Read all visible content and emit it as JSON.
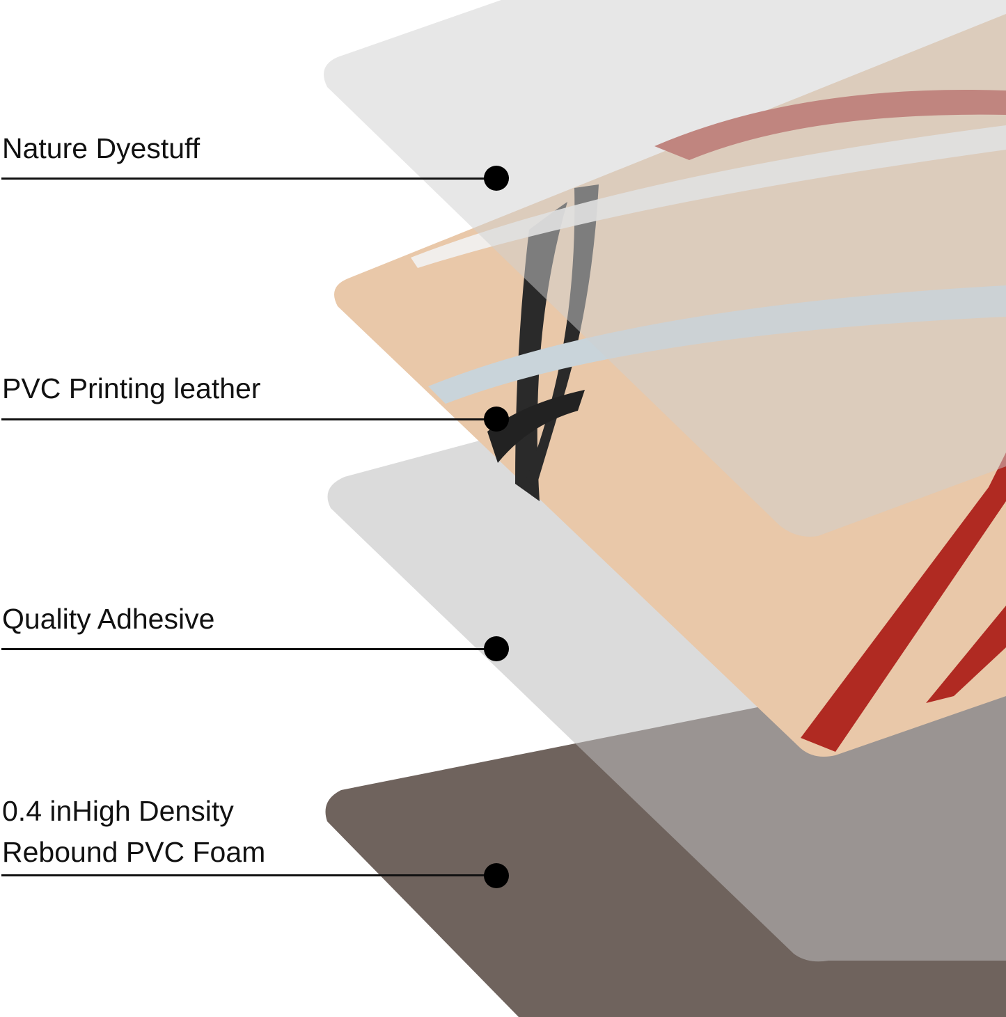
{
  "layers": [
    {
      "label": "Nature Dyestuff"
    },
    {
      "label": "PVC Printing leather"
    },
    {
      "label": "Quality Adhesive"
    },
    {
      "label_line1": "0.4 inHigh Density",
      "label_line2": "Rebound PVC Foam"
    }
  ],
  "colors": {
    "foam": "#6f635d",
    "leather": "#e9c8a9",
    "red_stripe": "#b02a22",
    "black_stripe": "#222222",
    "clear_film": "#d9d9d9"
  }
}
